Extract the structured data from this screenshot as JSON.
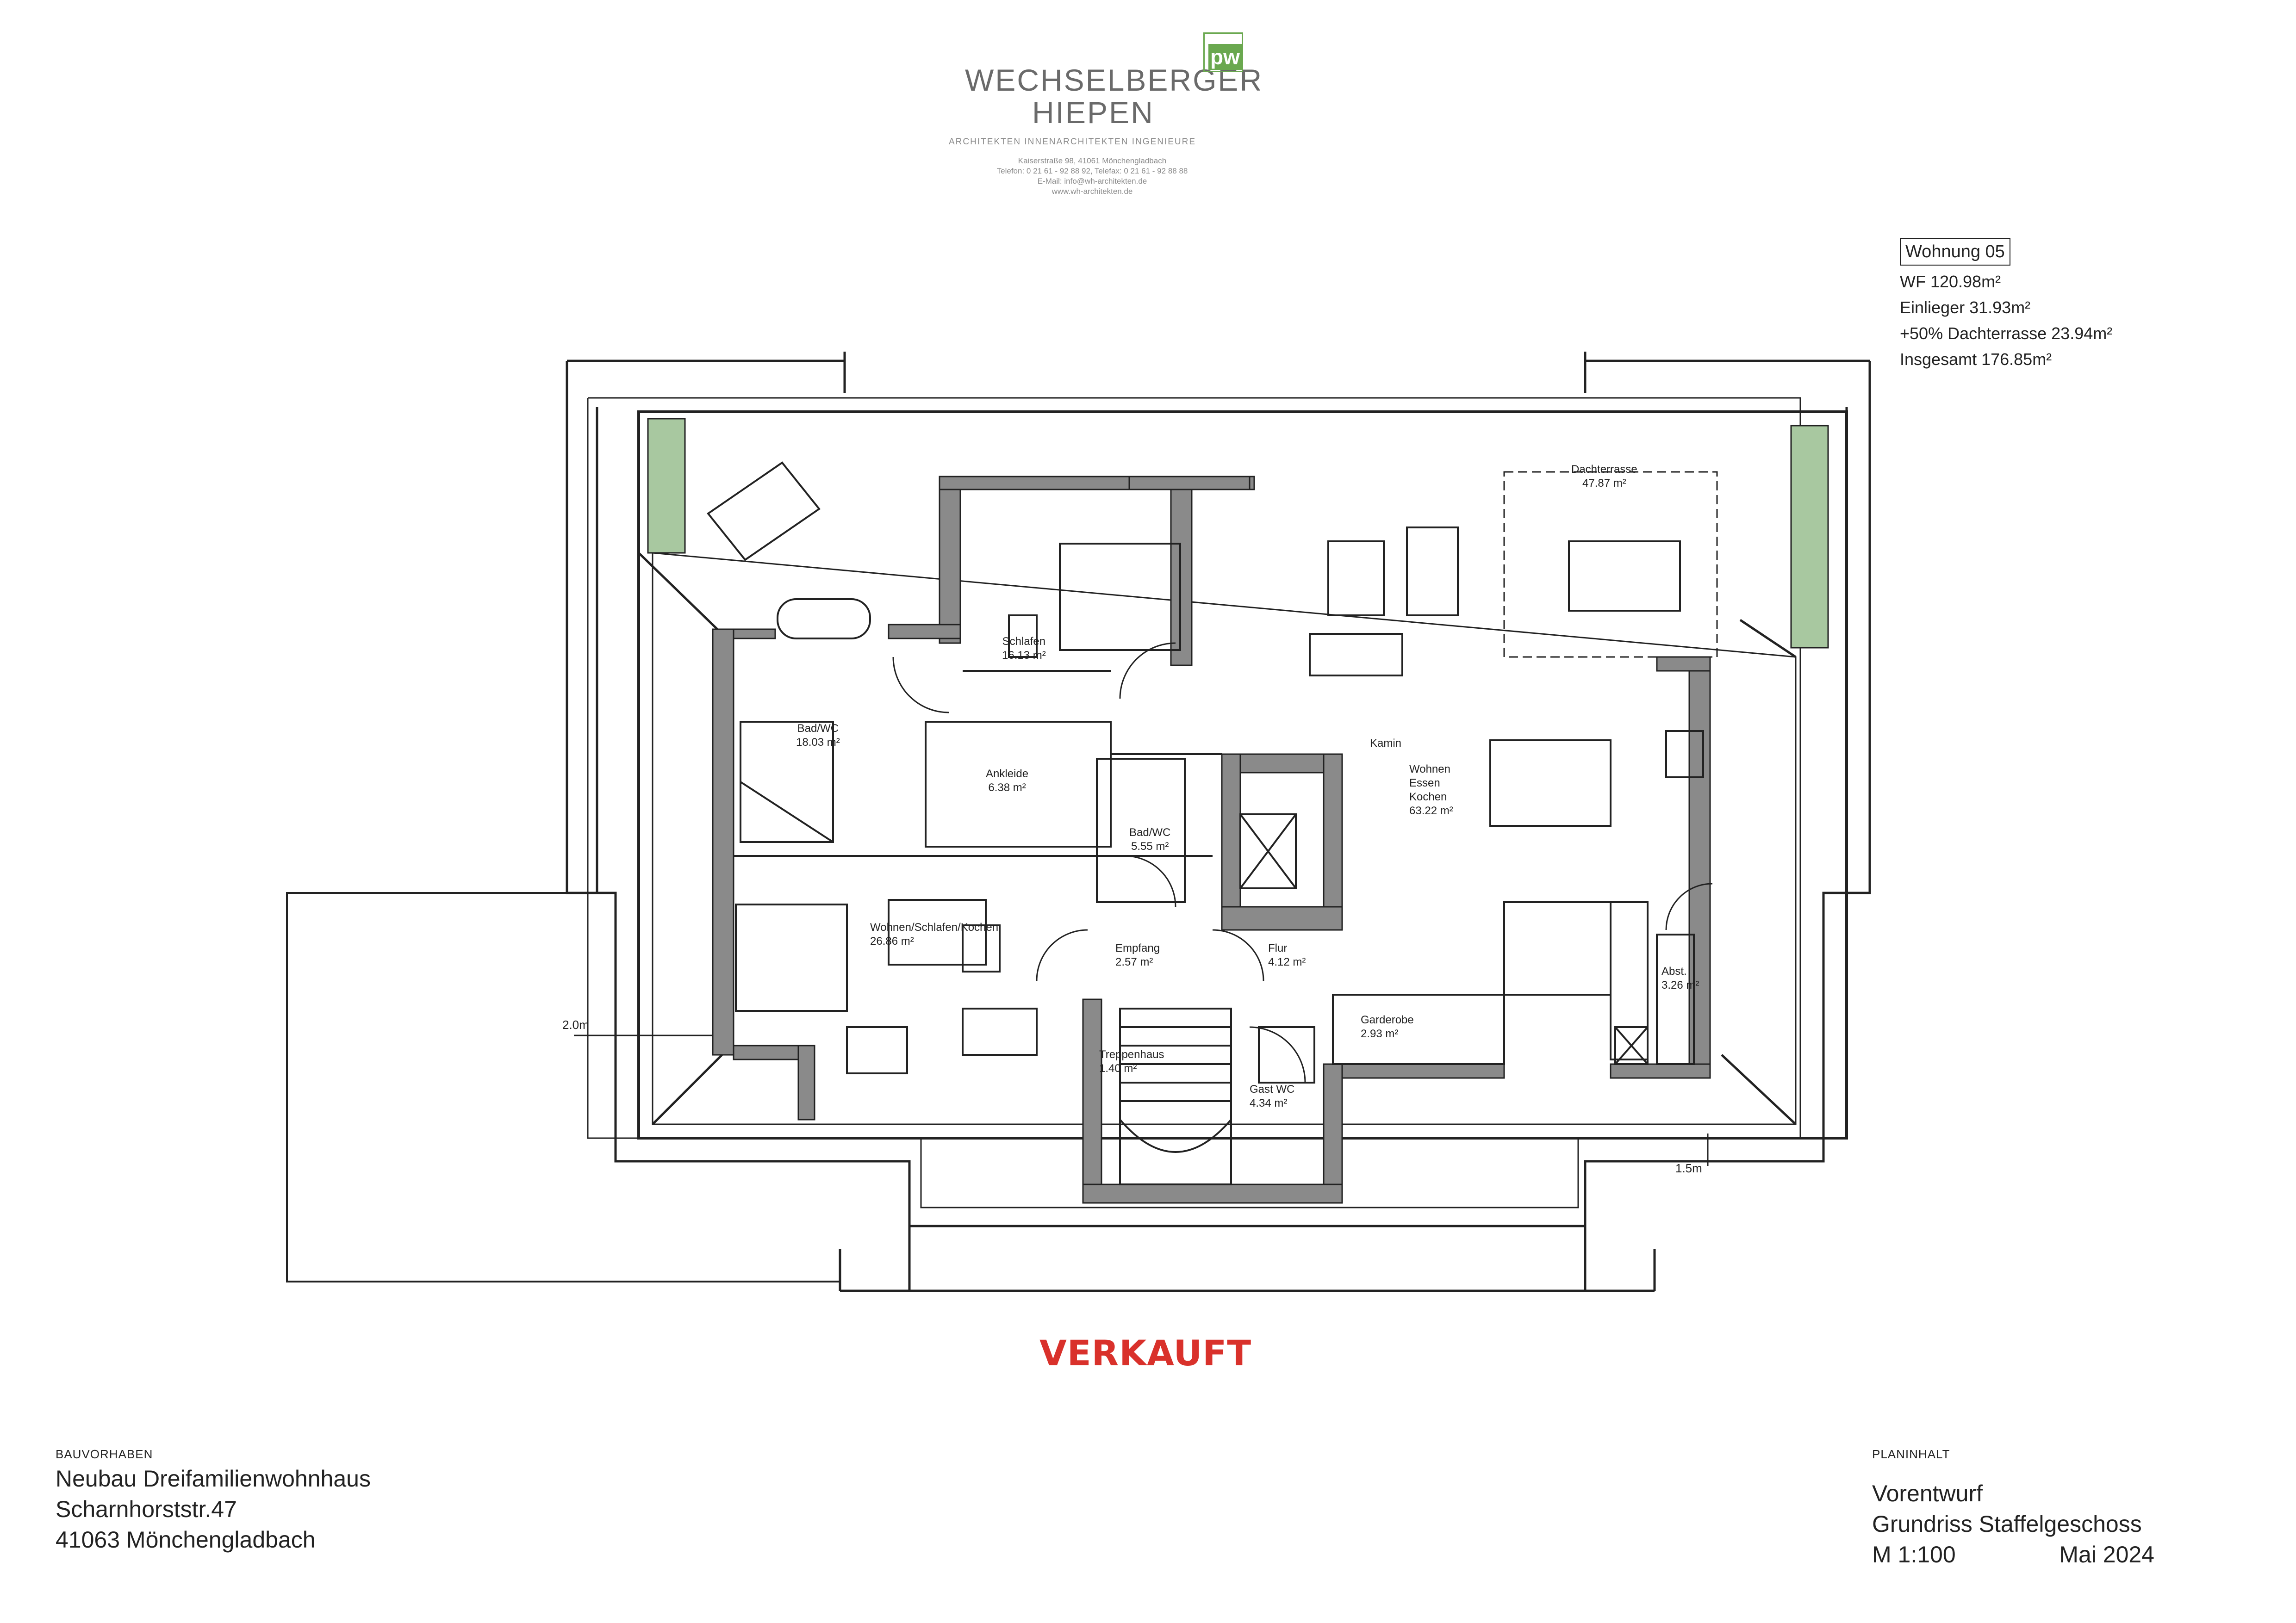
{
  "logo": {
    "line1": "WECHSELBERGER",
    "line2": "HIEPEN",
    "badge": "pw",
    "tagline": "ARCHITEKTEN   INNENARCHITEKTEN   INGENIEURE",
    "address": "Kaiserstraße 98, 41061 Mönchengladbach",
    "phone": "Telefon: 0 21 61 - 92 88 92, Telefax: 0 21 61 - 92 88 88",
    "email": "E-Mail: info@wh-architekten.de",
    "web": "www.wh-architekten.de",
    "brand_color": "#6aa84f"
  },
  "info": {
    "title": "Wohnung 05",
    "wf": "WF 120.98m²",
    "einlieger": "Einlieger 31.93m²",
    "dachterrasse": "+50% Dachterrasse 23.94m²",
    "insgesamt": "Insgesamt 176.85m²"
  },
  "rooms": {
    "schlafen": {
      "name": "Schlafen",
      "area": "16.13 m²"
    },
    "badwc1": {
      "name": "Bad/WC",
      "area": "18.03 m²"
    },
    "ankleide": {
      "name": "Ankleide",
      "area": "6.38 m²"
    },
    "badwc2": {
      "name": "Bad/WC",
      "area": "5.55 m²"
    },
    "kamin": {
      "name": "Kamin"
    },
    "wohnen": {
      "name1": "Wohnen",
      "name2": "Essen",
      "name3": "Kochen",
      "area": "63.22 m²"
    },
    "dachterrasse": {
      "name": "Dachterrasse",
      "area": "47.87 m²"
    },
    "wohnenschlafen": {
      "name": "Wohnen/Schlafen/Kochen",
      "area": "26.86 m²"
    },
    "empfang": {
      "name": "Empfang",
      "area": "2.57 m²"
    },
    "flur": {
      "name": "Flur",
      "area": "4.12 m²"
    },
    "garderobe": {
      "name": "Garderobe",
      "area": "2.93 m²"
    },
    "abst": {
      "name": "Abst.",
      "area": "3.26 m²"
    },
    "treppenhaus": {
      "name": "Treppenhaus",
      "area": "1.40 m²"
    },
    "gastwc": {
      "name": "Gast WC",
      "area": "4.34 m²"
    }
  },
  "dims": {
    "left": "2.0m",
    "right": "1.5m"
  },
  "status": "VERKAUFT",
  "status_color": "#d9312b",
  "bauvorhaben": {
    "label": "BAUVORHABEN",
    "line1": "Neubau Dreifamilienwohnhaus",
    "line2": "Scharnhorststr.47",
    "line3": "41063 Mönchengladbach"
  },
  "planinhalt": {
    "label": "PLANINHALT",
    "line1": "Vorentwurf",
    "line2": "Grundriss Staffelgeschoss",
    "scale": "M 1:100",
    "date": "Mai 2024"
  }
}
